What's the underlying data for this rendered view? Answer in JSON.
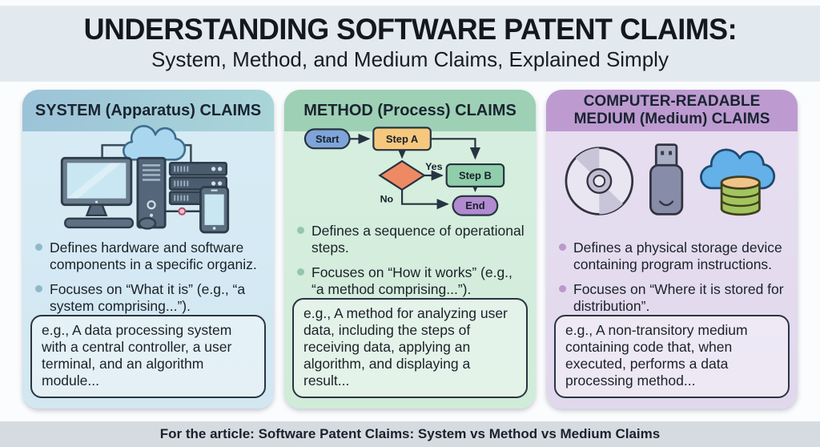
{
  "header": {
    "title": "UNDERSTANDING SOFTWARE PATENT CLAIMS:",
    "subtitle": "System, Method, and Medium Claims, Explained Simply"
  },
  "columns": [
    {
      "header": "SYSTEM (Apparatus) CLAIMS",
      "icon": "computer-network-icon",
      "bullets": [
        "Defines hardware and software components in a specific organiz.",
        "Focuses on “What it is” (e.g., “a system comprising...”)."
      ],
      "example": "e.g., A data processing system with a central controller, a user terminal, and an algorithm module...",
      "header_color": "#9cc3d8",
      "body_color": "#d8ecf6",
      "bullet_dot_color": "#8fb9ca"
    },
    {
      "header": "METHOD (Process) CLAIMS",
      "icon": "flowchart-icon",
      "bullets": [
        "Defines a sequence of operational steps.",
        "Focuses on “How it works” (e.g., “a method comprising...”)."
      ],
      "example": "e.g., A method for analyzing user data, including the steps of receiving data, applying an algorithm, and displaying a result...",
      "header_color": "#9dd0b4",
      "body_color": "#d7efe0",
      "bullet_dot_color": "#95c7a9"
    },
    {
      "header": "COMPUTER-READABLE MEDIUM (Medium) CLAIMS",
      "icon": "storage-media-icons",
      "bullets": [
        "Defines a physical storage device containing program instructions.",
        "Focuses on “Where it is stored for distribution”."
      ],
      "example": "e.g., A non-transitory medium containing code that, when executed, performs a data processing method...",
      "header_color": "#bd9bd1",
      "body_color": "#e7dff1",
      "bullet_dot_color": "#bc98cc"
    }
  ],
  "flowchart": {
    "start_label": "Start",
    "step_a_label": "Step A",
    "step_b_label": "Step B",
    "end_label": "End",
    "yes_label": "Yes",
    "no_label": "No",
    "node_colors": {
      "start": "#7ea4d9",
      "step_a": "#f6c87e",
      "decision": "#ee8a63",
      "step_b": "#90ceab",
      "end": "#b18ad0"
    }
  },
  "footer": {
    "text": "For the article: Software Patent Claims: System vs Method vs Medium Claims"
  }
}
